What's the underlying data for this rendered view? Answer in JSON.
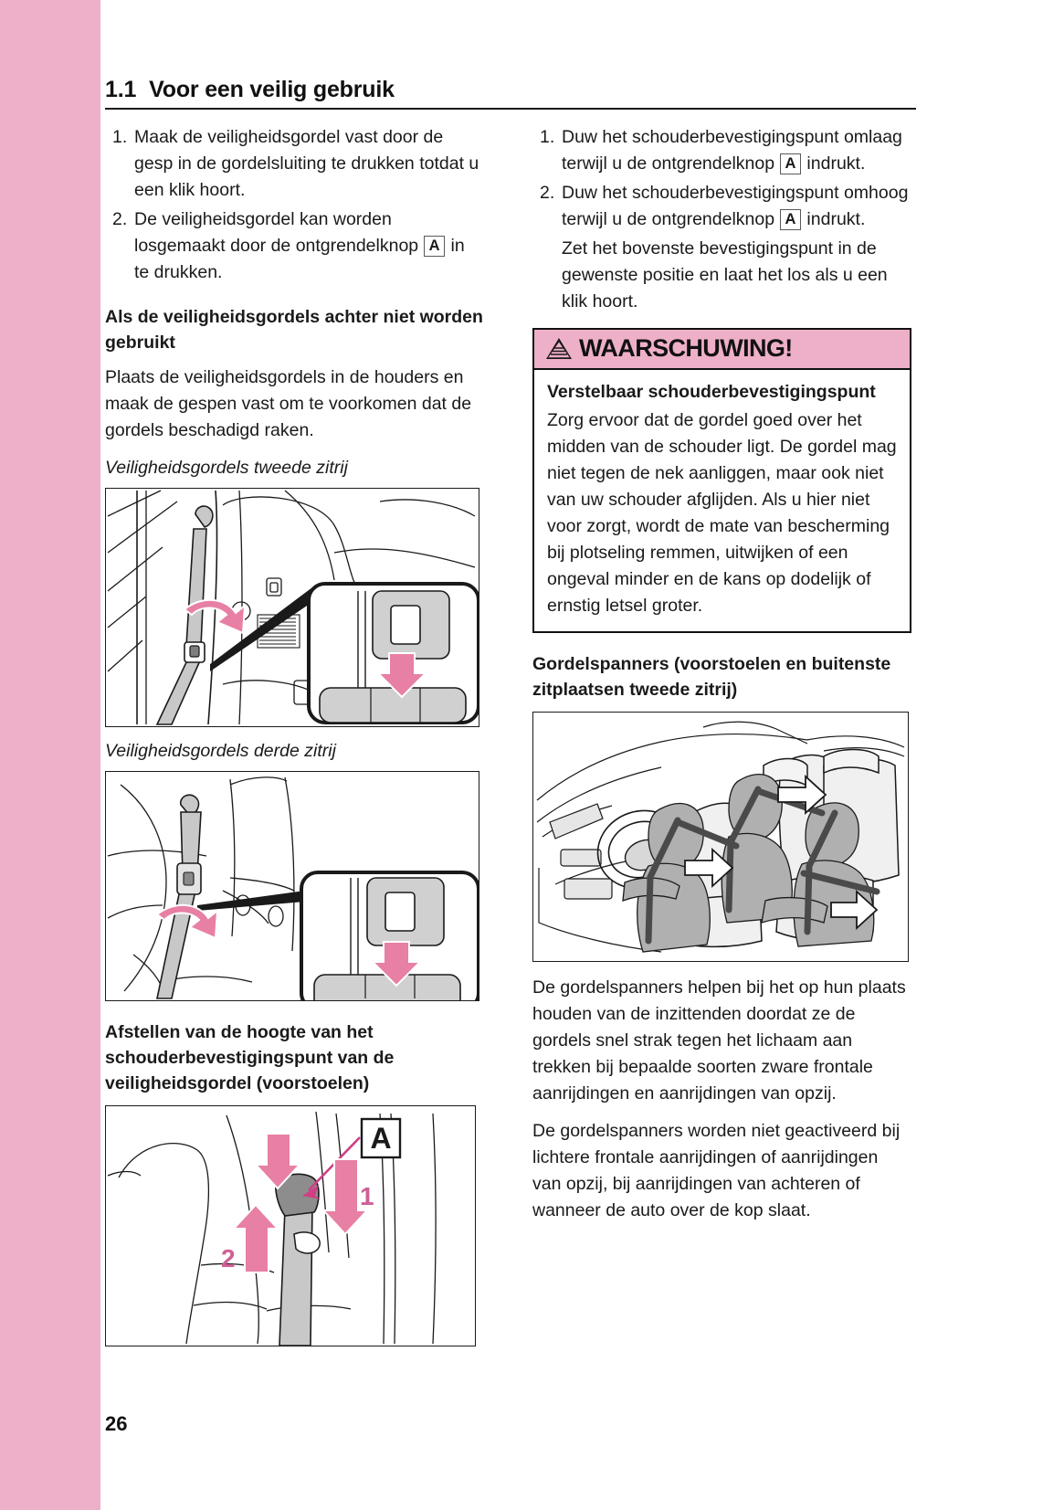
{
  "page": {
    "number": "26",
    "accent_pink": "#eeafc8",
    "edge_bar_color": "#eeafc8"
  },
  "header": {
    "section_number": "1.1",
    "section_title": "Voor een veilig gebruik"
  },
  "left_column": {
    "steps": [
      {
        "marker": "1.",
        "text": "Maak de veiligheidsgordel vast door de gesp in de gordelsluiting te drukken totdat u een klik hoort."
      },
      {
        "marker": "2.",
        "text_before": "De veiligheidsgordel kan worden losgemaakt door de ontgrendelknop",
        "key": "A",
        "text_after": "in te drukken."
      }
    ],
    "heading_1": "Als de veiligheidsgordels achter niet worden gebruikt",
    "paragraph_1": "Plaats de veiligheidsgordels in de houders en maak de gespen vast om te voorkomen dat de gordels beschadigd raken.",
    "caption_1": "Veiligheidsgordels tweede zitrij",
    "figure_1_name": "seatbelt-second-row-illustration",
    "caption_2": "Veiligheidsgordels derde zitrij",
    "figure_2_name": "seatbelt-third-row-illustration",
    "heading_2": "Afstellen van de hoogte van het schouderbevestigingspunt van de veiligheidsgordel (voorstoelen)",
    "figure_3_name": "shoulder-anchor-adjustment-illustration",
    "figure_3_labels": {
      "callout": "A",
      "arrow_down": "1",
      "arrow_up": "2"
    }
  },
  "right_column": {
    "steps": [
      {
        "marker": "1.",
        "text_before": "Duw het schouderbevestigingspunt omlaag terwijl u de ontgrendelknop",
        "key": "A",
        "text_after": "indrukt."
      },
      {
        "marker": "2.",
        "text_before": "Duw het schouderbevestigingspunt omhoog terwijl u de ontgrendelknop",
        "key": "A",
        "text_after": "indrukt."
      }
    ],
    "step_note": "Zet het bovenste bevestigingspunt in de gewenste positie en laat het los als u een klik hoort.",
    "warning": {
      "icon": "warning-triangle-icon",
      "title": "WAARSCHUWING!",
      "subtitle": "Verstelbaar schouderbevestigingspunt",
      "body": "Zorg ervoor dat de gordel goed over het midden van de schouder ligt. De gordel mag niet tegen de nek aanliggen, maar ook niet van uw schouder afglijden. Als u hier niet voor zorgt, wordt de mate van bescherming bij plotseling remmen, uitwijken of een ongeval minder en de kans op dodelijk of ernstig letsel groter."
    },
    "heading_1": "Gordelspanners (voorstoelen en buitenste zitplaatsen tweede zitrij)",
    "figure_1_name": "pretensioner-cabin-illustration",
    "paragraph_1": "De gordelspanners helpen bij het op hun plaats houden van de inzittenden doordat ze de gordels snel strak tegen het lichaam aan trekken bij bepaalde soorten zware frontale aanrijdingen en aanrijdingen van opzij.",
    "paragraph_2": "De gordelspanners worden niet geactiveerd bij lichtere frontale aanrijdingen of aanrijdingen van opzij, bij aanrijdingen van achteren of wanneer de auto over de kop slaat."
  }
}
